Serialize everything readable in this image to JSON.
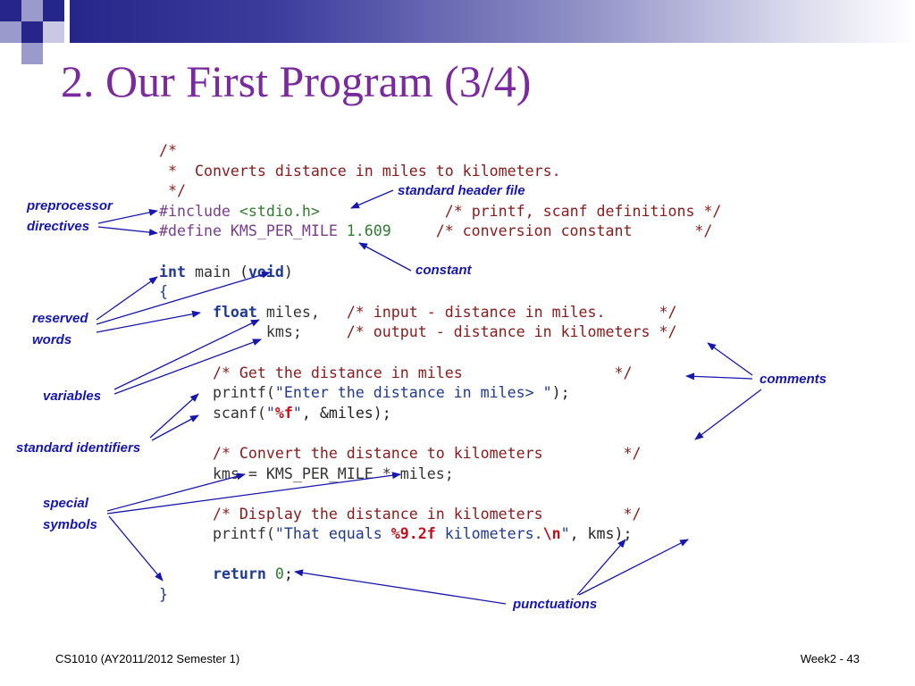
{
  "slide": {
    "title": "2. Our First Program (3/4)",
    "footer_left": "CS1010 (AY2011/2012 Semester 1)",
    "footer_right": "Week2 - 43"
  },
  "labels": {
    "standard_header_file": "standard header file",
    "preprocessor_line1": "preprocessor",
    "preprocessor_line2": "directives",
    "constant": "constant",
    "reserved_line1": "reserved",
    "reserved_line2": "words",
    "comments": "comments",
    "variables": "variables",
    "standard_identifiers": "standard identifiers",
    "special_line1": "special",
    "special_line2": "symbols",
    "punctuations": "punctuations"
  },
  "code": [
    [
      {
        "t": "/*",
        "c": "comment"
      }
    ],
    [
      {
        "t": " *  Converts distance in miles to kilometers.",
        "c": "comment"
      }
    ],
    [
      {
        "t": " */",
        "c": "comment"
      }
    ],
    [
      {
        "t": "#include ",
        "c": "pre"
      },
      {
        "t": "<stdio.h>",
        "c": "hdr"
      },
      {
        "t": "              ",
        "c": "ident"
      },
      {
        "t": "/* printf, scanf definitions */",
        "c": "comment"
      }
    ],
    [
      {
        "t": "#define KMS_PER_MILE ",
        "c": "pre"
      },
      {
        "t": "1.609",
        "c": "num"
      },
      {
        "t": "     ",
        "c": "ident"
      },
      {
        "t": "/* conversion constant       */",
        "c": "comment"
      }
    ],
    [
      {
        "t": "",
        "c": "ident"
      }
    ],
    [
      {
        "t": "int",
        "c": "kw"
      },
      {
        "t": " main ",
        "c": "ident"
      },
      {
        "t": "(",
        "c": "punct"
      },
      {
        "t": "void",
        "c": "kw"
      },
      {
        "t": ")",
        "c": "punct"
      }
    ],
    [
      {
        "t": "{",
        "c": "brace"
      }
    ],
    [
      {
        "t": "      ",
        "c": "ident"
      },
      {
        "t": "float",
        "c": "kw"
      },
      {
        "t": " miles,   ",
        "c": "ident"
      },
      {
        "t": "/* input - distance in miles.      */",
        "c": "comment"
      }
    ],
    [
      {
        "t": "            kms;     ",
        "c": "ident"
      },
      {
        "t": "/* output - distance in kilometers */",
        "c": "comment"
      }
    ],
    [
      {
        "t": "",
        "c": "ident"
      }
    ],
    [
      {
        "t": "      ",
        "c": "ident"
      },
      {
        "t": "/* Get the distance in miles                 */",
        "c": "comment"
      }
    ],
    [
      {
        "t": "      printf(",
        "c": "ident"
      },
      {
        "t": "\"Enter the distance in miles> \"",
        "c": "str"
      },
      {
        "t": ");",
        "c": "punct"
      }
    ],
    [
      {
        "t": "      scanf(",
        "c": "ident"
      },
      {
        "t": "\"",
        "c": "str"
      },
      {
        "t": "%f",
        "c": "fmt"
      },
      {
        "t": "\"",
        "c": "str"
      },
      {
        "t": ", &miles);",
        "c": "punct"
      }
    ],
    [
      {
        "t": "",
        "c": "ident"
      }
    ],
    [
      {
        "t": "      ",
        "c": "ident"
      },
      {
        "t": "/* Convert the distance to kilometers         */",
        "c": "comment"
      }
    ],
    [
      {
        "t": "      kms = KMS_PER_MILE * miles;",
        "c": "ident"
      }
    ],
    [
      {
        "t": "",
        "c": "ident"
      }
    ],
    [
      {
        "t": "      ",
        "c": "ident"
      },
      {
        "t": "/* Display the distance in kilometers         */",
        "c": "comment"
      }
    ],
    [
      {
        "t": "      printf(",
        "c": "ident"
      },
      {
        "t": "\"That equals ",
        "c": "str"
      },
      {
        "t": "%9.2f",
        "c": "fmt"
      },
      {
        "t": " kilometers.",
        "c": "str"
      },
      {
        "t": "\\n",
        "c": "fmt"
      },
      {
        "t": "\"",
        "c": "str"
      },
      {
        "t": ", kms);",
        "c": "punct"
      }
    ],
    [
      {
        "t": "",
        "c": "ident"
      }
    ],
    [
      {
        "t": "      ",
        "c": "ident"
      },
      {
        "t": "return",
        "c": "kw"
      },
      {
        "t": " ",
        "c": "ident"
      },
      {
        "t": "0",
        "c": "num"
      },
      {
        "t": ";",
        "c": "punct"
      }
    ],
    [
      {
        "t": "}",
        "c": "brace"
      }
    ]
  ],
  "colors": {
    "title": "#7a2a9e",
    "label": "#1616b0",
    "arrow": "#1616b0",
    "decoration_dark": "#26268a",
    "decoration_light": "#9a9acc"
  }
}
